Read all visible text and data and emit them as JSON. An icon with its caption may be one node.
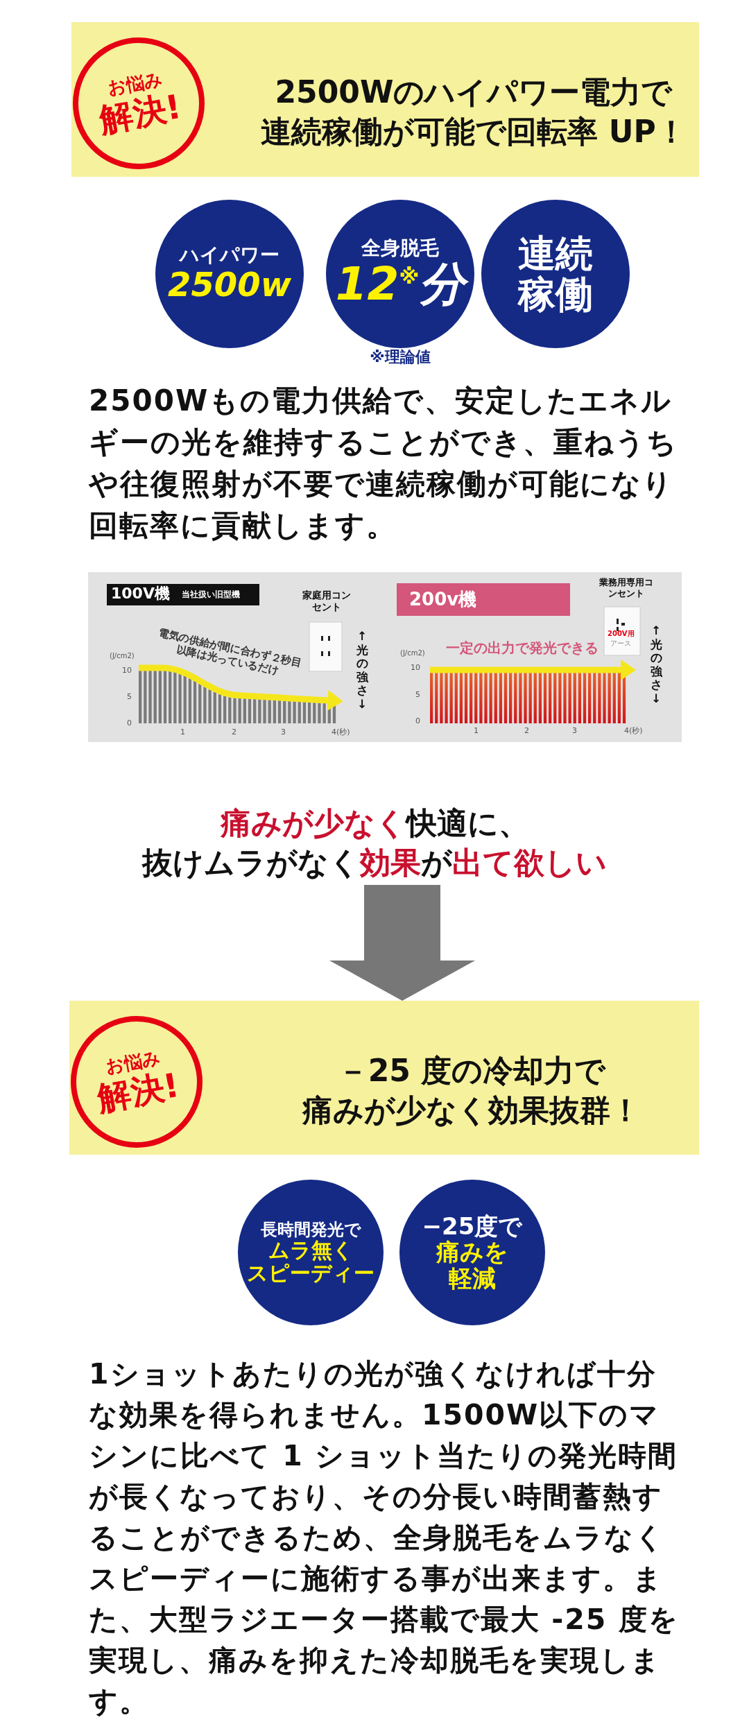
{
  "diagram": {
    "nodes": [
      {
        "text": [
          "2500Wのハイパワー電力で連続稼働が可能で回転率 UP！"
        ]
      },
      {
        "text": [
          "お悩み",
          "解決!"
        ],
        "in": 0
      },
      {
        "text": [
          "ハイパワー",
          "2500w"
        ]
      },
      {
        "text": [
          "全身脱毛",
          "12$^{※}$**分**"
        ],
        "beside": [
          "※理論値"
        ]
      },
      {
        "text": [
          "連続稼働"
        ]
      },
      {
        "text": [
          "**痛みが少なく**快適に、抜けムラがなく**効果**が**出て欲しい**"
        ]
      },
      {
        "text": [
          "－25 度の冷却力で痛みが少なく効果抜群！"
        ]
      },
      {
        "text": [
          "お悩み",
          "解決!"
        ],
        "in": 6
      },
      {
        "text": [
          "長時間発光で",
          "ムラ無くスピーディー"
        ]
      },
      {
        "text": [
          "−25度で",
          "痛みを軽減"
        ]
      }
    ],
    "edges": [
      {
        "from": 5,
        "to": 6,
        "arrow": "to"
      }
    ],
    "labels": [
      "2500Wもの電力供給で、安定したエネルギーの光を維持することができ、重ねうちや往復照射が不要で連続稼働が可能になり回転率に貢献します。",
      "100V機",
      "当社扱い旧型機",
      "家庭用コンセント",
      "電気の供給が間に合わず２秒目以降は光っているだけ",
      "(J/cm2)",
      "10",
      "5",
      "0",
      "1",
      "2",
      "3",
      "4(秒)",
      "↑光の強さ↓",
      "200v機",
      "業務用専用コンセント",
      "200V用",
      "アース",
      "一定の出力で発光できる",
      "(J/cm2)",
      "10",
      "5",
      "0",
      "1",
      "2",
      "3",
      "4(秒)",
      "↑光の強さ↓",
      "1ショットあたりの光が強くなければ十分な効果を得られません。1500W以下のマシンに比べて 1 ショット当たりの発光時間が長くなっており、その分長い時間蓄熱することができるため、全身脱毛をムラなくスピーディーに施術する事が出来ます。また、大型ラジエーター搭載で最大 -25 度を実現し、痛みを抑えた冷却脱毛を実現します。"
    ]
  }
}
